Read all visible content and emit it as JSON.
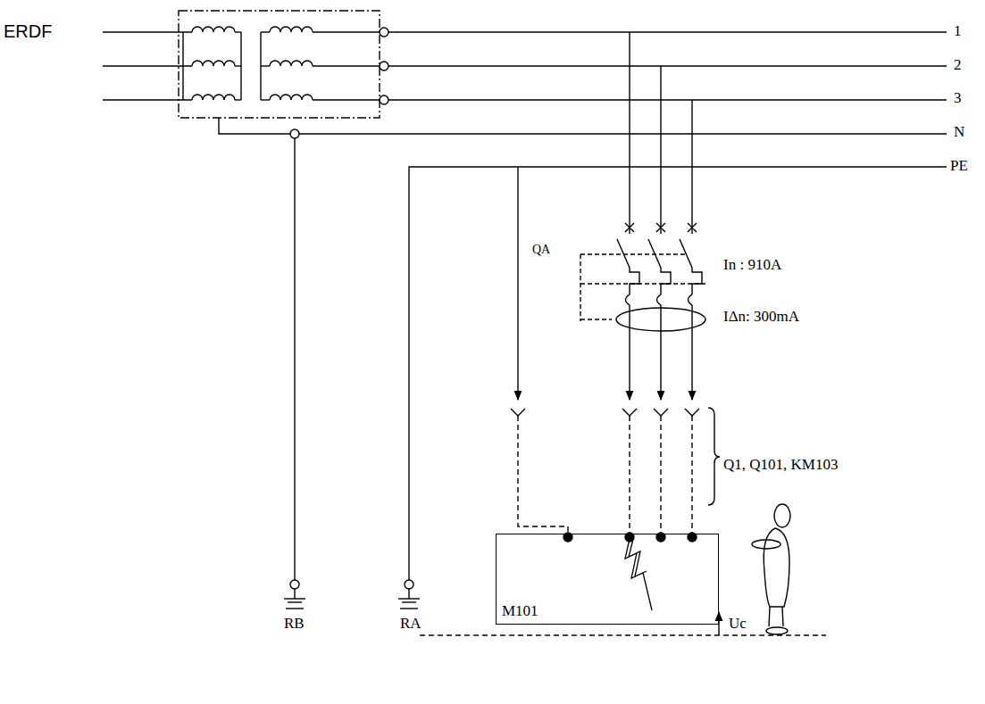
{
  "diagram": {
    "nodes": [
      {
        "text": [
          "M101"
        ]
      }
    ],
    "labels": [
      "ERDF",
      "1",
      "2",
      "3",
      "N",
      "PE",
      "QA",
      "In : 910A",
      "IΔn: 300mA",
      "Q1, Q101, KM103",
      "Uc",
      "RB",
      "RA"
    ]
  }
}
